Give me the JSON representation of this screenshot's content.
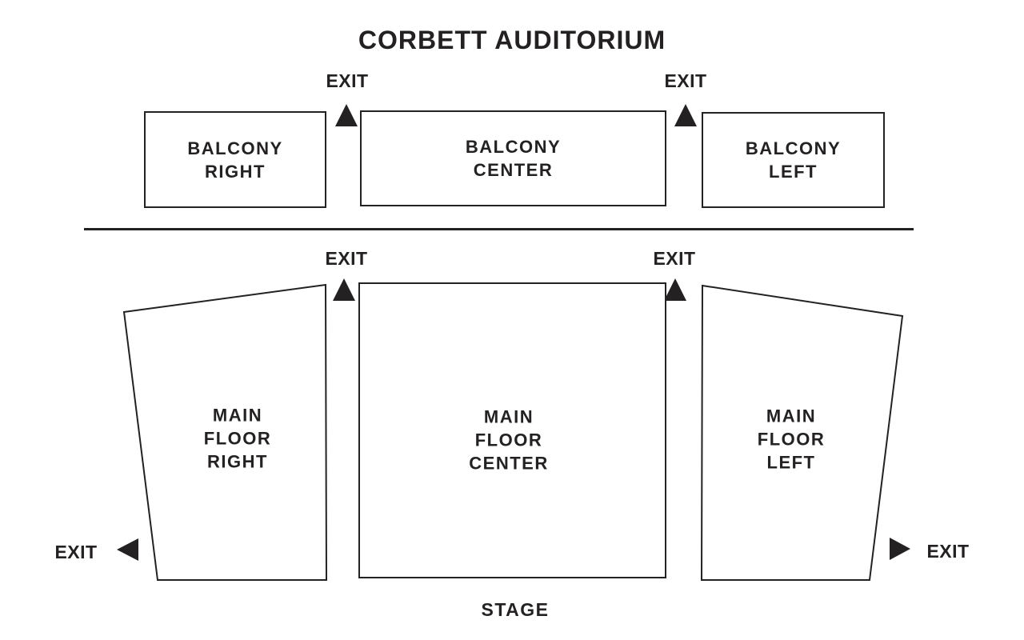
{
  "title": "CORBETT AUDITORIUM",
  "stage": {
    "label": "STAGE"
  },
  "sections": {
    "balcony_right": {
      "label": "BALCONY\nRIGHT"
    },
    "balcony_center": {
      "label": "BALCONY\nCENTER"
    },
    "balcony_left": {
      "label": "BALCONY\nLEFT"
    },
    "main_floor_right": {
      "label": "MAIN\nFLOOR\nRIGHT"
    },
    "main_floor_center": {
      "label": "MAIN\nFLOOR\nCENTER"
    },
    "main_floor_left": {
      "label": "MAIN\nFLOOR\nLEFT"
    }
  },
  "exits": {
    "top_left": {
      "label": "EXIT",
      "direction": "up"
    },
    "top_right": {
      "label": "EXIT",
      "direction": "up"
    },
    "mid_left": {
      "label": "EXIT",
      "direction": "up"
    },
    "mid_right": {
      "label": "EXIT",
      "direction": "up"
    },
    "bottom_left": {
      "label": "EXIT",
      "direction": "left"
    },
    "bottom_right": {
      "label": "EXIT",
      "direction": "right"
    }
  },
  "colors": {
    "ink": "#242122",
    "background": "#ffffff"
  }
}
